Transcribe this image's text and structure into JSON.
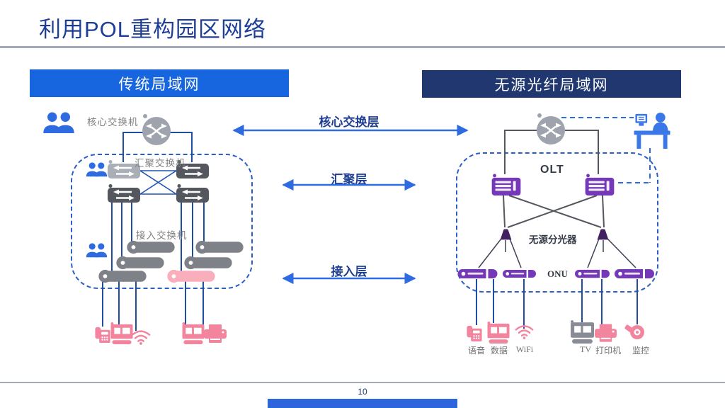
{
  "slide": {
    "title": "利用POL重构园区网络",
    "page_number": "10"
  },
  "headers": {
    "left": "传统局域网",
    "right": "无源光纤局域网"
  },
  "layers": {
    "core": "核心交换层",
    "aggregation": "汇聚层",
    "access": "接入层"
  },
  "left_diagram": {
    "core_switch": "核心交换机",
    "aggregation_switch": "汇聚交换机",
    "access_switch": "接入交换机"
  },
  "right_diagram": {
    "olt": "OLT",
    "splitter": "无源分光器",
    "onu": "ONU",
    "endpoints": {
      "voice": "语音",
      "data": "数据",
      "wifi": "WiFi",
      "tv": "TV",
      "printer": "打印机",
      "monitor": "监控"
    }
  },
  "colors": {
    "title": "#1e3e96",
    "rule": "#a3a9b6",
    "header_left_bg": "#1766df",
    "header_right_bg": "#20386f",
    "header_text": "#ffffff",
    "layer_label": "#1f3f94",
    "arrow": "#2e6be0",
    "dashed_border": "#2c5ec8",
    "blue_line": "#1f4ea0",
    "dark_line": "#54575e",
    "gray_device": "#9ea3ad",
    "switch_dark": "#54575e",
    "switch_light": "#a9aeb7",
    "bar_gray": "#7e8187",
    "pink": "#f2849e",
    "bar_pink": "#f9aebc",
    "purple": "#7438b8",
    "purple_dark": "#41215f",
    "people_blue": "#2e6be0",
    "desk_blue": "#3a78e8",
    "tv_gray": "#878c96",
    "gray_label": "#808080",
    "dark_label": "#343a46",
    "endpoint_label": "#6e6e6e",
    "page_number": "#1d3a6e",
    "footer_bar": "#2d65dc"
  }
}
